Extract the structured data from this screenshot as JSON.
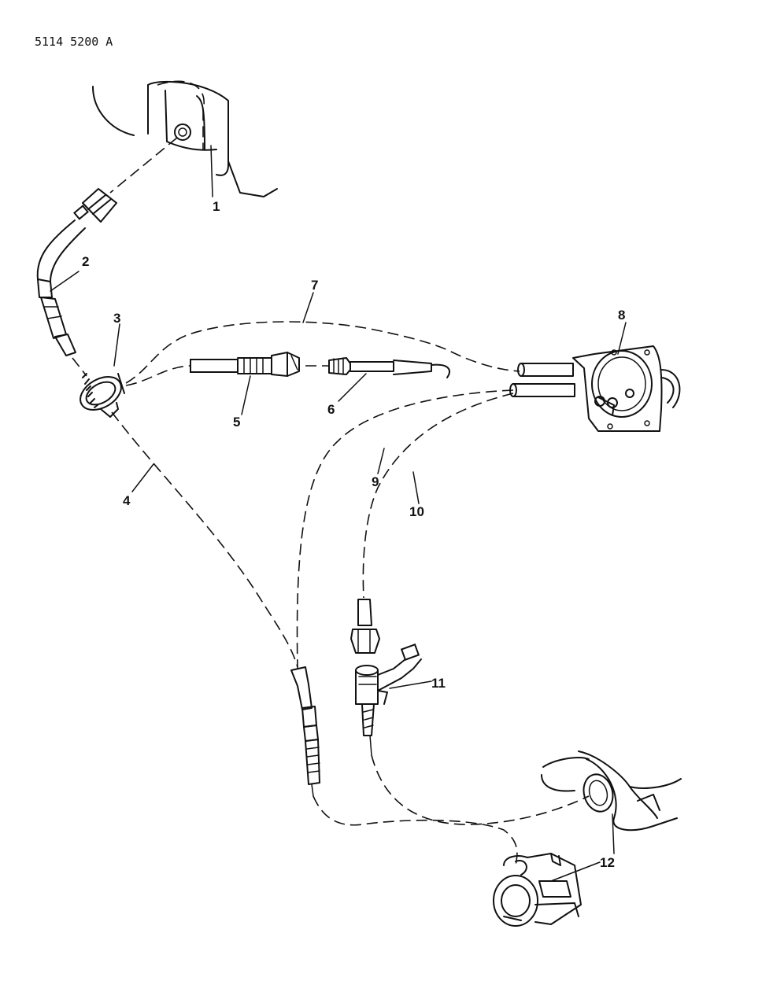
{
  "document": {
    "reference_code": "5114 5200  A"
  },
  "callouts": {
    "c1": "1",
    "c2": "2",
    "c3": "3",
    "c4": "4",
    "c5": "5",
    "c6": "6",
    "c7": "7",
    "c8": "8",
    "c9": "9",
    "c10": "10",
    "c11": "11",
    "c12": "12"
  },
  "colors": {
    "ink": "#111111",
    "paper": "#ffffff"
  }
}
